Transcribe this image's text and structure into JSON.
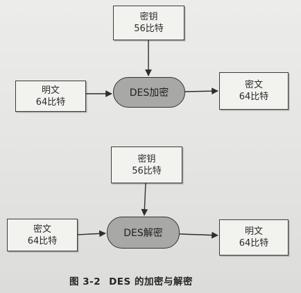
{
  "encryption": {
    "key": {
      "line1": "密钥",
      "line2": "56比特"
    },
    "input": {
      "line1": "明文",
      "line2": "64比特"
    },
    "process": "DES加密",
    "output": {
      "line1": "密文",
      "line2": "64比特"
    }
  },
  "decryption": {
    "key": {
      "line1": "密钥",
      "line2": "56比特"
    },
    "input": {
      "line1": "密文",
      "line2": "64比特"
    },
    "process": "DES解密",
    "output": {
      "line1": "明文",
      "line2": "64比特"
    }
  },
  "caption": {
    "figure": "图 3-2",
    "text": "DES 的加密与解密"
  }
}
